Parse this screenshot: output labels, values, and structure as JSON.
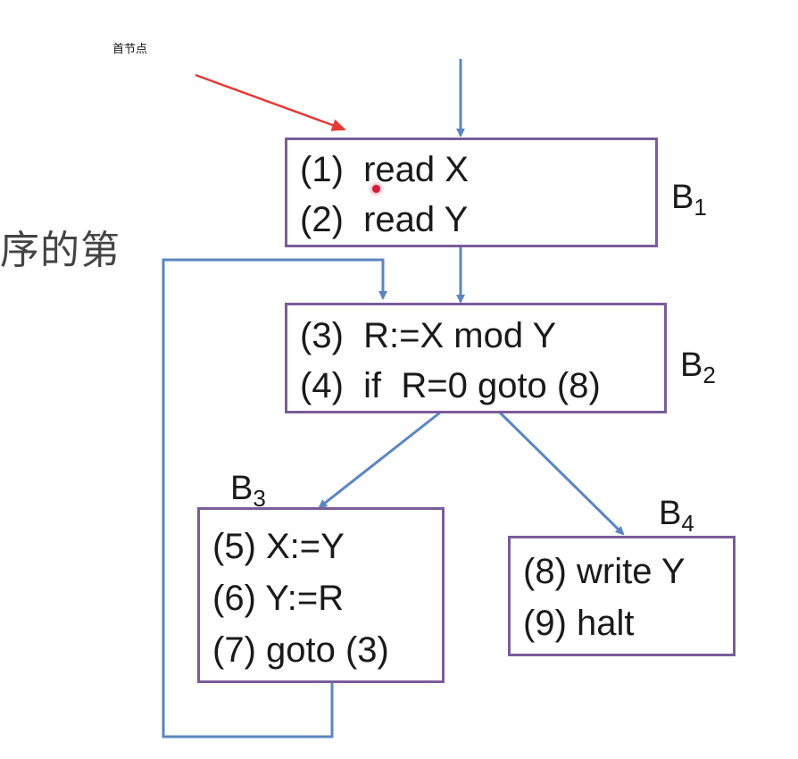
{
  "annotation": {
    "label": "首节点"
  },
  "background_text": "序的第",
  "blocks": {
    "b1": {
      "name": "B",
      "sub": "1",
      "lines": [
        "(1)  read X",
        "(2)  read Y"
      ]
    },
    "b2": {
      "name": "B",
      "sub": "2",
      "lines": [
        "(3)  R:=X mod Y",
        "(4)  if  R=0 goto (8)"
      ]
    },
    "b3": {
      "name": "B",
      "sub": "3",
      "lines": [
        "(5) X:=Y",
        "(6) Y:=R",
        "(7) goto (3)"
      ]
    },
    "b4": {
      "name": "B",
      "sub": "4",
      "lines": [
        "(8) write Y",
        "(9) halt"
      ]
    }
  },
  "colors": {
    "edge": "#5b86c0",
    "block_border": "#7a5c9a",
    "annotation_arrow": "#e53935",
    "cursor_dot": "#d81b3c"
  }
}
